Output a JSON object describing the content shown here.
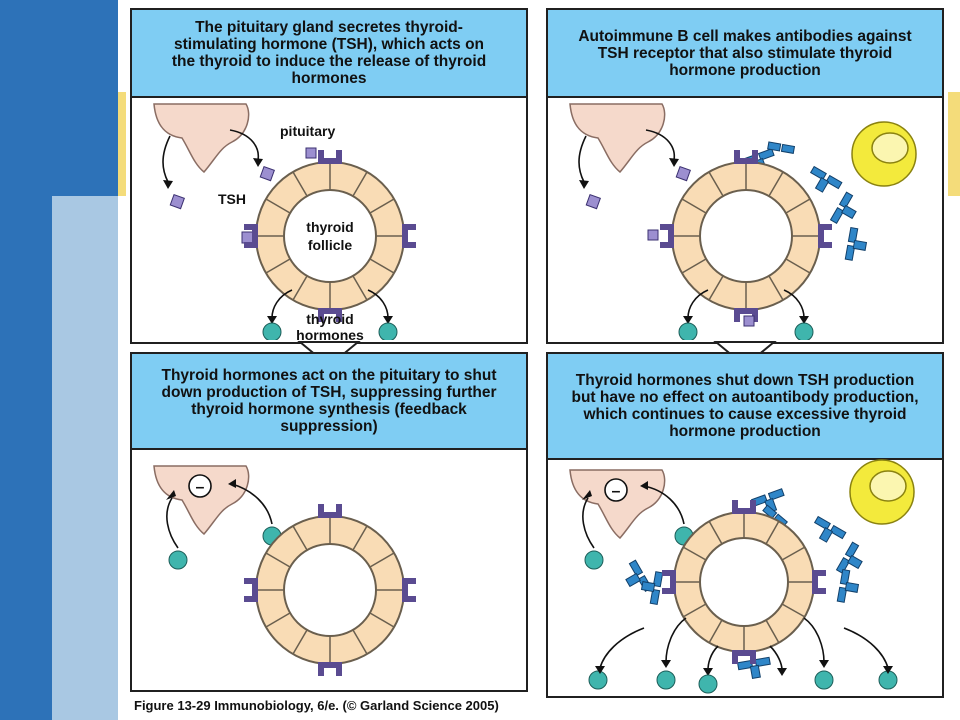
{
  "panels": {
    "top_left": {
      "heading": "The pituitary gland secretes thyroid-stimulating hormone (TSH), which acts on the thyroid to induce the release of thyroid hormones",
      "label_pituitary": "pituitary",
      "label_tsh": "TSH",
      "label_thyroid": "thyroid",
      "label_follicle": "follicle",
      "label_thyroid_h": "thyroid",
      "label_hormones": "hormones"
    },
    "top_right": {
      "heading": "Autoimmune B cell makes antibodies against TSH receptor that also stimulate thyroid hormone production"
    },
    "bottom_left": {
      "heading": "Thyroid hormones act on the pituitary to shut down production of TSH, suppressing further thyroid hormone synthesis (feedback suppression)"
    },
    "bottom_right": {
      "heading": "Thyroid hormones shut down TSH production but have no effect on autoantibody production, which continues to cause excessive thyroid hormone production"
    }
  },
  "inhibition_symbol": "–",
  "caption": "Figure 13-29 Immunobiology, 6/e. (© Garland Science 2005)",
  "colors": {
    "slide_dark_blue": "#2d72b8",
    "slide_light_blue": "#a9c8e3",
    "header_blue": "#7fcdf3",
    "pituitary": "#f5d9cb",
    "follicle_cell": "#f9dcb5",
    "receptor": "#5a4b91",
    "tsh": "#9c8fd0",
    "hormone": "#3fb5ad",
    "antibody": "#2f86c8",
    "b_cell": "#f3ea3c"
  }
}
